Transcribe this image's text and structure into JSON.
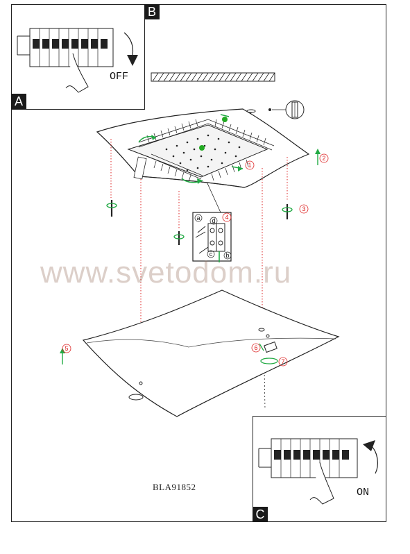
{
  "insets": {
    "b": {
      "tag": "B",
      "label": "OFF"
    },
    "a": {
      "tag": "A"
    },
    "c": {
      "tag": "C",
      "label": "ON"
    }
  },
  "steps": [
    "1",
    "2",
    "3",
    "4",
    "5",
    "6",
    "7"
  ],
  "sub_labels": [
    "a",
    "b",
    "c",
    "d"
  ],
  "model_code": "BLA91852",
  "watermark": "www.svetodom.ru",
  "colors": {
    "step_red": "#dd2222",
    "arrow_green": "#22aa44",
    "line": "#222222"
  }
}
